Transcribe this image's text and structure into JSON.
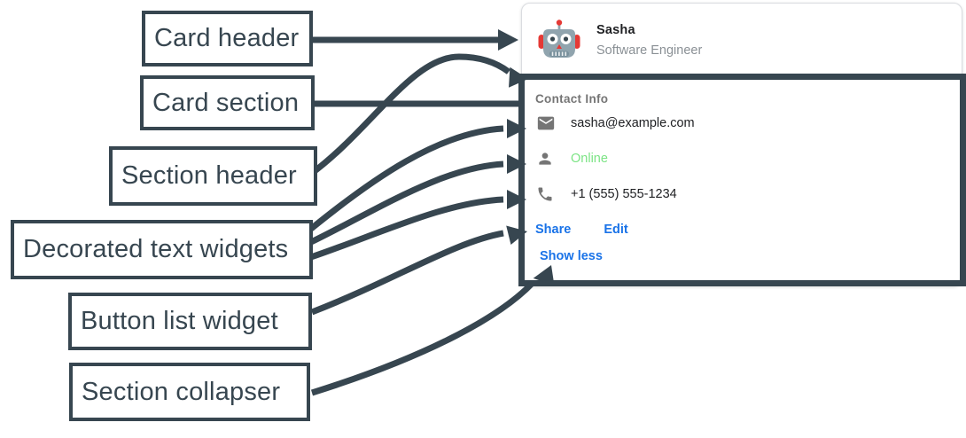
{
  "colors": {
    "slate": "#374650",
    "blue": "#1A73E8",
    "green": "#7CE485",
    "gray_text": "#757575",
    "dark_text": "#202124",
    "role_gray": "#8A9095",
    "light_border": "#DADCE0",
    "icon_gray": "#757575"
  },
  "annotations": {
    "labels": [
      {
        "id": "card-header",
        "text": "Card header"
      },
      {
        "id": "card-section",
        "text": "Card section"
      },
      {
        "id": "section-header",
        "text": "Section header"
      },
      {
        "id": "decorated",
        "text": "Decorated text widgets"
      },
      {
        "id": "button-list",
        "text": "Button list widget"
      },
      {
        "id": "collapser",
        "text": "Section collapser"
      }
    ]
  },
  "card": {
    "header": {
      "name": "Sasha",
      "role": "Software Engineer",
      "avatar_icon": "robot-avatar"
    },
    "section": {
      "title": "Contact Info",
      "rows": [
        {
          "icon": "email-icon",
          "text": "sasha@example.com"
        },
        {
          "icon": "person-icon",
          "text": "Online",
          "status": "green"
        },
        {
          "icon": "phone-icon",
          "text": "+1 (555) 555-1234"
        }
      ],
      "buttons": [
        {
          "label": "Share"
        },
        {
          "label": "Edit"
        }
      ],
      "collapser_label": "Show less"
    }
  }
}
